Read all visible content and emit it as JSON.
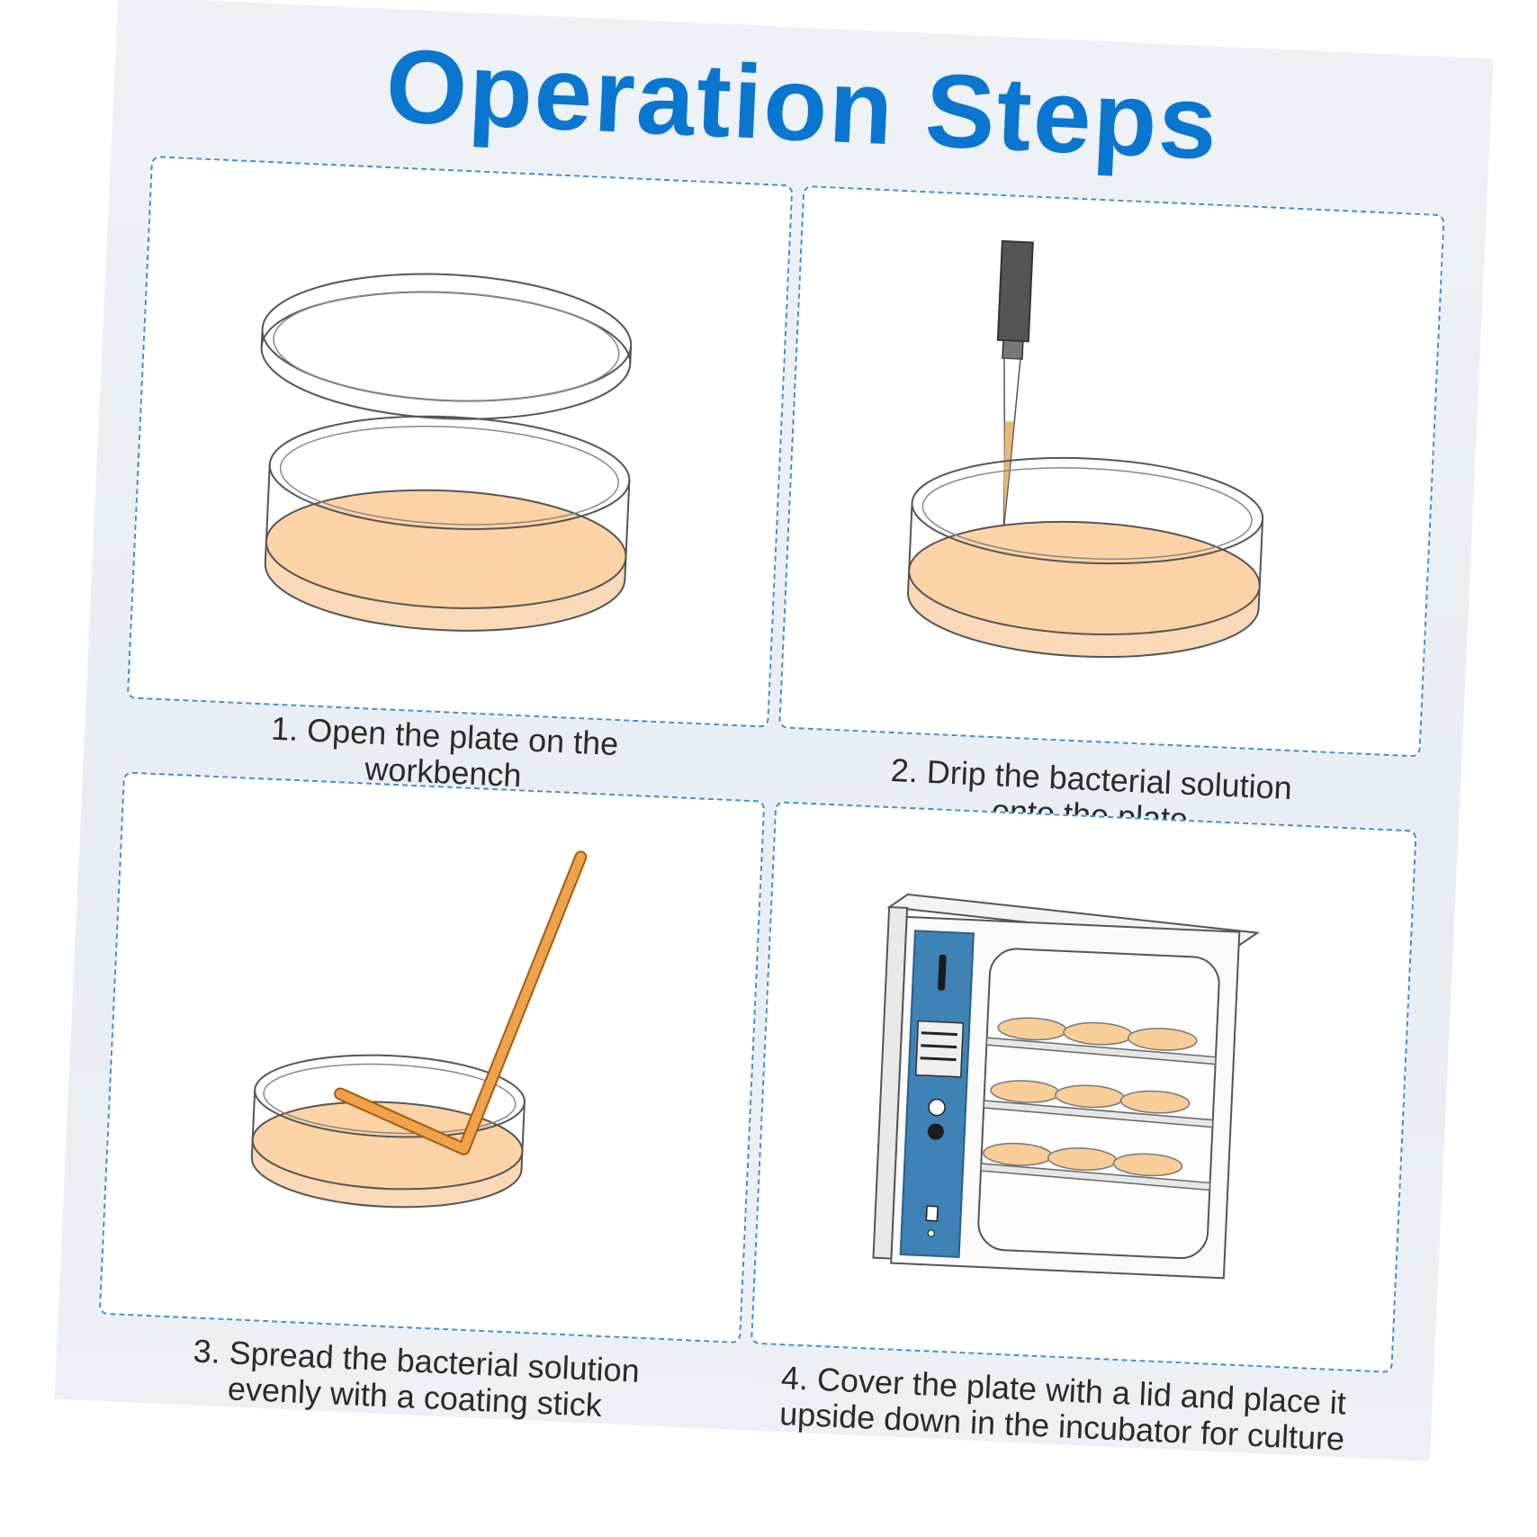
{
  "title": "Operation Steps",
  "steps": [
    {
      "number": "1.",
      "caption_line1": "Open the plate on the",
      "caption_line2": "workbench"
    },
    {
      "number": "2.",
      "caption_line1": "Drip the bacterial solution",
      "caption_line2": "onto the plate"
    },
    {
      "number": "3.",
      "caption_line1": "Spread the bacterial solution",
      "caption_line2": "evenly with a coating stick"
    },
    {
      "number": "4.",
      "caption_line1": "Cover the plate with a lid and place it",
      "caption_line2": "upside down in the incubator for culture"
    }
  ],
  "colors": {
    "title": "#0a76cf",
    "panel_border": "#3d8fd4",
    "medium": "#fcd3a6",
    "medium_edge": "#f7c89a",
    "stick": "#f0a24a",
    "incubator_panel": "#3f82b5"
  },
  "icons": [
    "petri-dish-lid-icon",
    "petri-dish-icon",
    "pipette-icon",
    "coating-stick-icon",
    "incubator-icon"
  ]
}
